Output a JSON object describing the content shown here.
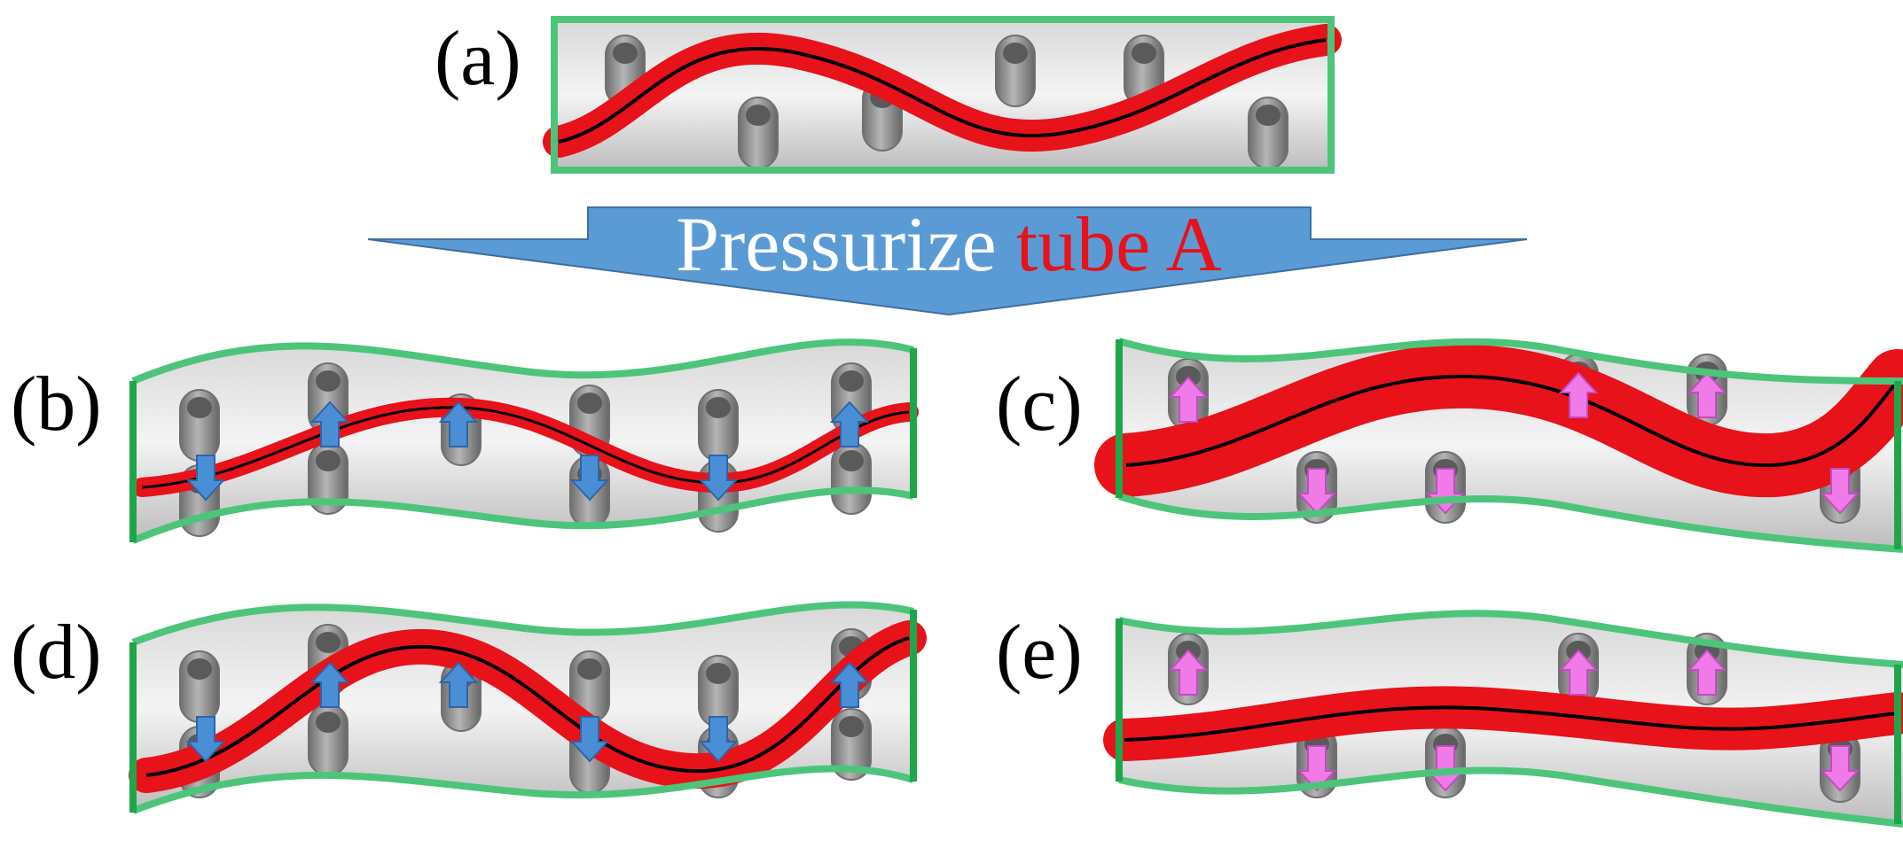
{
  "panels": {
    "a": {
      "label": "(a)"
    },
    "b": {
      "label": "(b)"
    },
    "c": {
      "label": "(c)"
    },
    "d": {
      "label": "(d)"
    },
    "e": {
      "label": "(e)"
    }
  },
  "banner": {
    "text_white": "Pressurize ",
    "text_red": "tube A"
  },
  "colors": {
    "frame": "#4cc57a",
    "tube": "#e8121a",
    "tube_core": "#000000",
    "arrow_blue": "#4a8fd6",
    "arrow_pink": "#f07ae8",
    "peg": "#8a8a8a",
    "banner_fill": "#5b9bd5"
  },
  "icons": {
    "blue_arrow": "arrow-blue-icon",
    "pink_arrow": "arrow-pink-icon"
  }
}
